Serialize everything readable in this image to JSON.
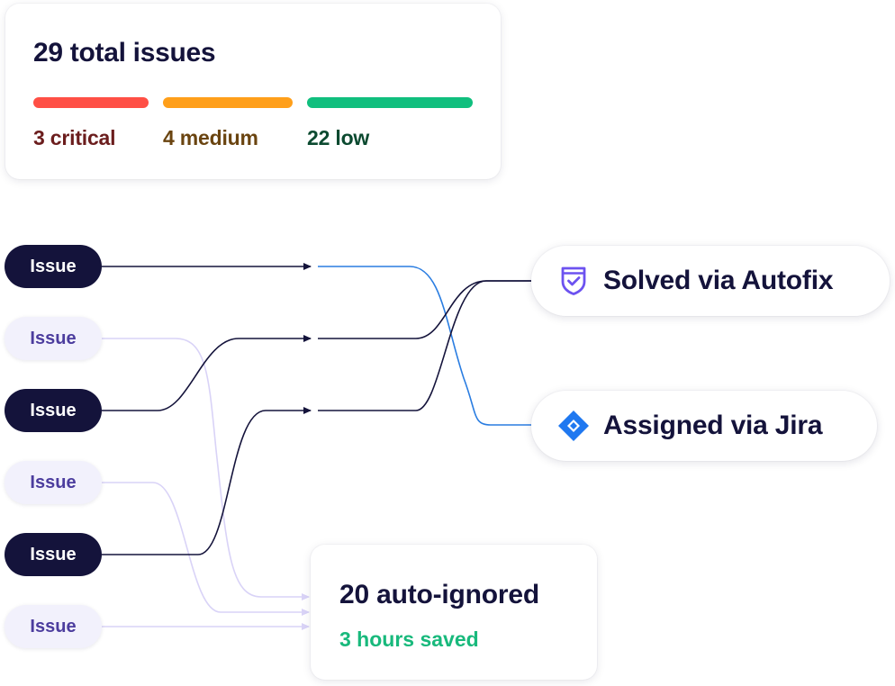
{
  "summary": {
    "title": "29 total issues",
    "severities": [
      {
        "label": "3 critical",
        "bar_color": "#ff4f45",
        "text_color": "#6b1d1d"
      },
      {
        "label": "4 medium",
        "bar_color": "#ff9f1a",
        "text_color": "#6a4410"
      },
      {
        "label": "22 low",
        "bar_color": "#10bf7e",
        "text_color": "#0c4a30"
      }
    ]
  },
  "issues": [
    {
      "label": "Issue",
      "style": "dark"
    },
    {
      "label": "Issue",
      "style": "light"
    },
    {
      "label": "Issue",
      "style": "dark"
    },
    {
      "label": "Issue",
      "style": "light"
    },
    {
      "label": "Issue",
      "style": "dark"
    },
    {
      "label": "Issue",
      "style": "light"
    }
  ],
  "outcomes": {
    "autofix": {
      "label": "Solved via Autofix",
      "icon": "shield-check-icon",
      "icon_color": "#6c52f0"
    },
    "jira": {
      "label": "Assigned via Jira",
      "icon": "jira-icon",
      "icon_color": "#1f78f0"
    }
  },
  "ignored": {
    "title": "20 auto-ignored",
    "subtitle": "3 hours saved"
  },
  "colors": {
    "dark": "#14133b",
    "light_line": "#d9d3f7",
    "blue_line": "#2a7de1",
    "accent_green": "#18b97c"
  }
}
